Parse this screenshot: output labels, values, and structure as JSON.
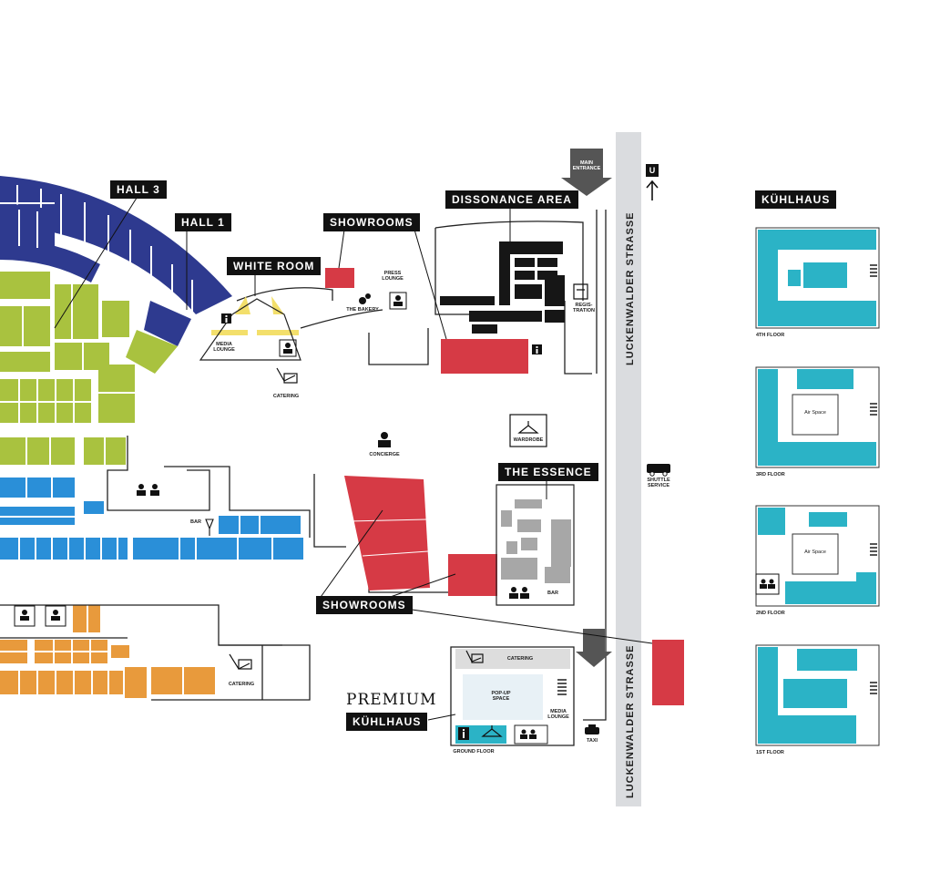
{
  "map": {
    "labels": {
      "hall3": "HALL 3",
      "hall1": "HALL 1",
      "white_room": "WHITE ROOM",
      "showrooms_top": "SHOWROOMS",
      "dissonance_area": "DISSONANCE AREA",
      "kuhlhaus_top": "KÜHLHAUS",
      "the_essence": "THE ESSENCE",
      "showrooms_bottom": "SHOWROOMS",
      "kuhlhaus_bottom": "KÜHLHAUS",
      "premium": "PREMIUM"
    },
    "streets": {
      "top": "LUCKENWALDER STRASSE",
      "bottom": "LUCKENWALDER STRASSE"
    },
    "places": {
      "main_entrance": "MAIN ENTRANCE",
      "u_sign": "U",
      "press_lounge": "PRESS LOUNGE",
      "the_bakery": "THE BAKERY",
      "media_lounge_top": "MEDIA LOUNGE",
      "catering_top": "CATERING",
      "registration": "REGIS-TRATION",
      "wardrobe": "WARDROBE",
      "concierge": "CONCIERGE",
      "shuttle_service": "SHUTTLE SERVICE",
      "bar_left": "BAR",
      "bar_essence": "BAR",
      "catering_bottom": "CATERING",
      "catering_kuhlhaus": "CATERING",
      "popup_space": "POP-UP SPACE",
      "media_lounge_bottom": "MEDIA LOUNGE",
      "ground_floor": "GROUND FLOOR",
      "taxi": "TAXI",
      "air_space_3": "Air Space",
      "air_space_2": "Air Space"
    },
    "floors": {
      "fourth": "4TH FLOOR",
      "third": "3RD FLOOR",
      "second": "2ND FLOOR",
      "first": "1ST FLOOR"
    },
    "colors": {
      "hall3": "#2e3a8f",
      "hall_green": "#a9c23f",
      "hall_blue": "#2a8fd8",
      "hall_orange": "#e89a3c",
      "showroom_red": "#d63a45",
      "kuhlhaus_teal": "#2bb3c6",
      "essence_gray": "#a7a7a7",
      "dissonance_black": "#161616",
      "street": "#dadcdf",
      "white_room_yellow": "#f3df6b"
    }
  }
}
